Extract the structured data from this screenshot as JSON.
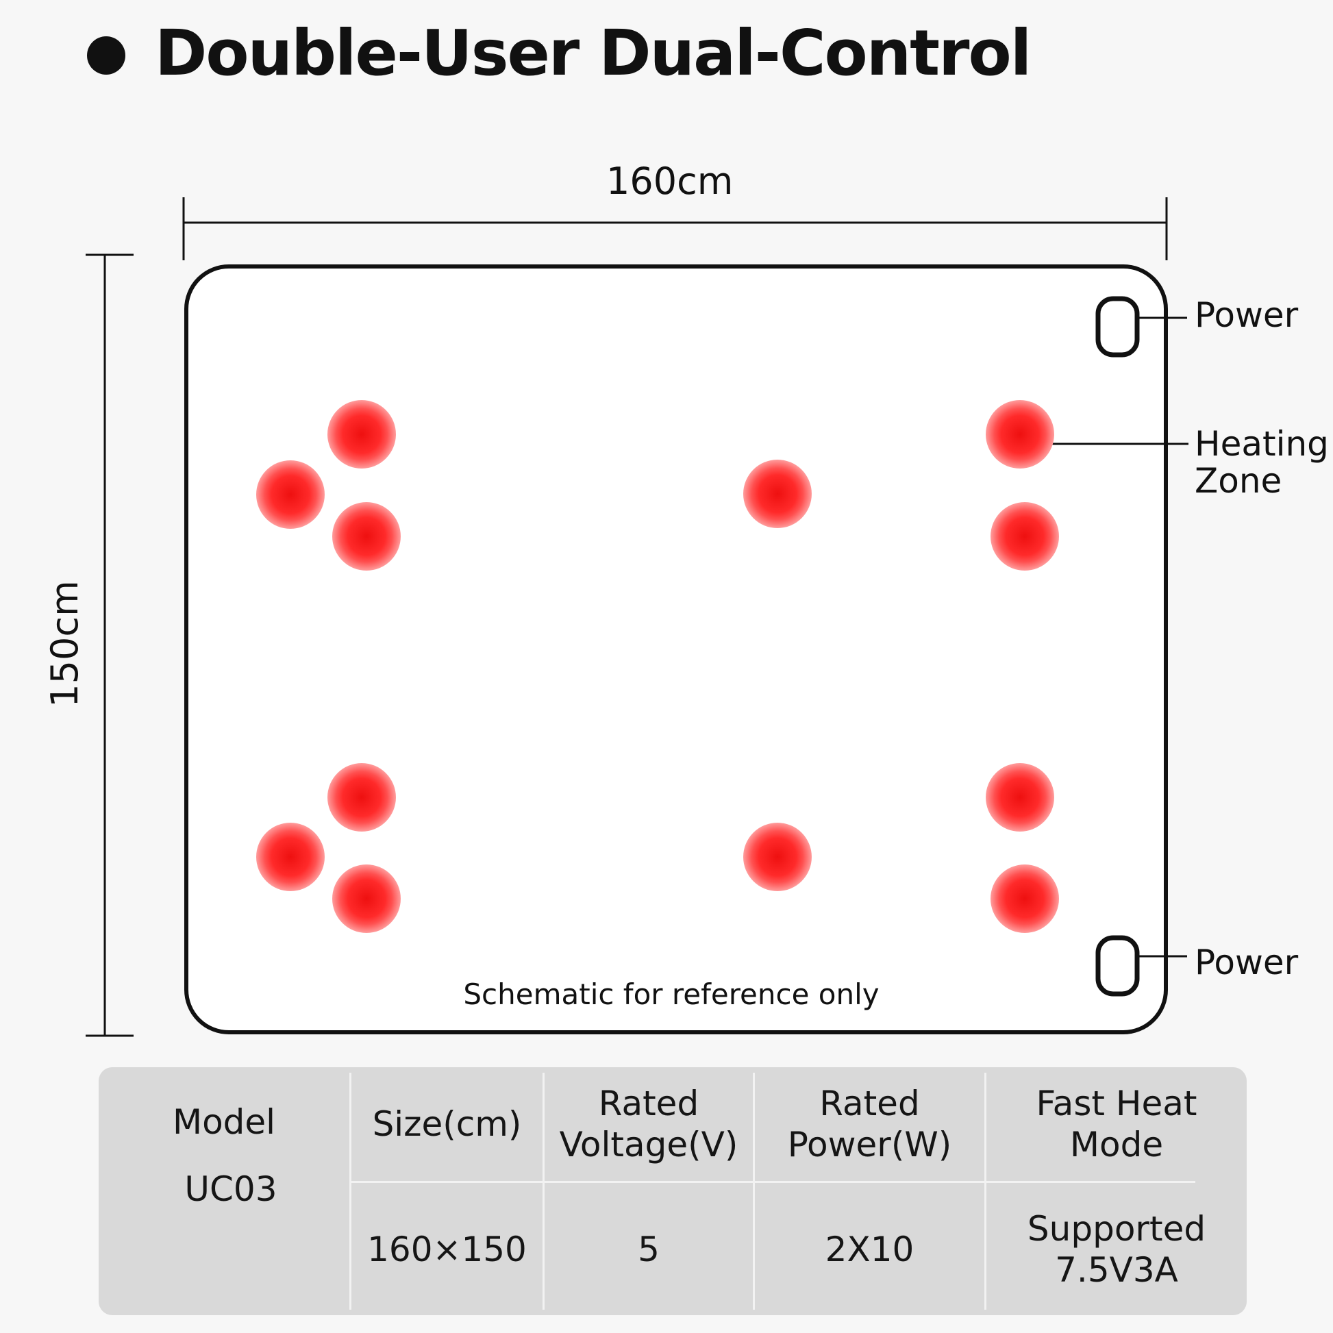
{
  "header": {
    "title": "Double-User Dual-Control"
  },
  "diagram": {
    "width_label": "160cm",
    "height_label": "150cm",
    "callouts": {
      "power_top": "Power",
      "heating_zone_line1": "Heating",
      "heating_zone_line2": "Zone",
      "power_bottom": "Power"
    },
    "note": "Schematic for reference only",
    "colors": {
      "outline": "#111111",
      "heating_zone": "#ff1f1f",
      "heating_zone_glow": "#ff8a8a"
    }
  },
  "spec_table": {
    "model": {
      "header": "Model",
      "value": "UC03"
    },
    "size": {
      "header": "Size(cm)",
      "value": "160×150"
    },
    "voltage": {
      "header_line1": "Rated",
      "header_line2": "Voltage(V)",
      "value": "5"
    },
    "power": {
      "header_line1": "Rated",
      "header_line2": "Power(W)",
      "value": "2X10"
    },
    "fast_heat": {
      "header_line1": "Fast Heat",
      "header_line2": "Mode",
      "value_line1": "Supported",
      "value_line2": "7.5V3A"
    }
  }
}
